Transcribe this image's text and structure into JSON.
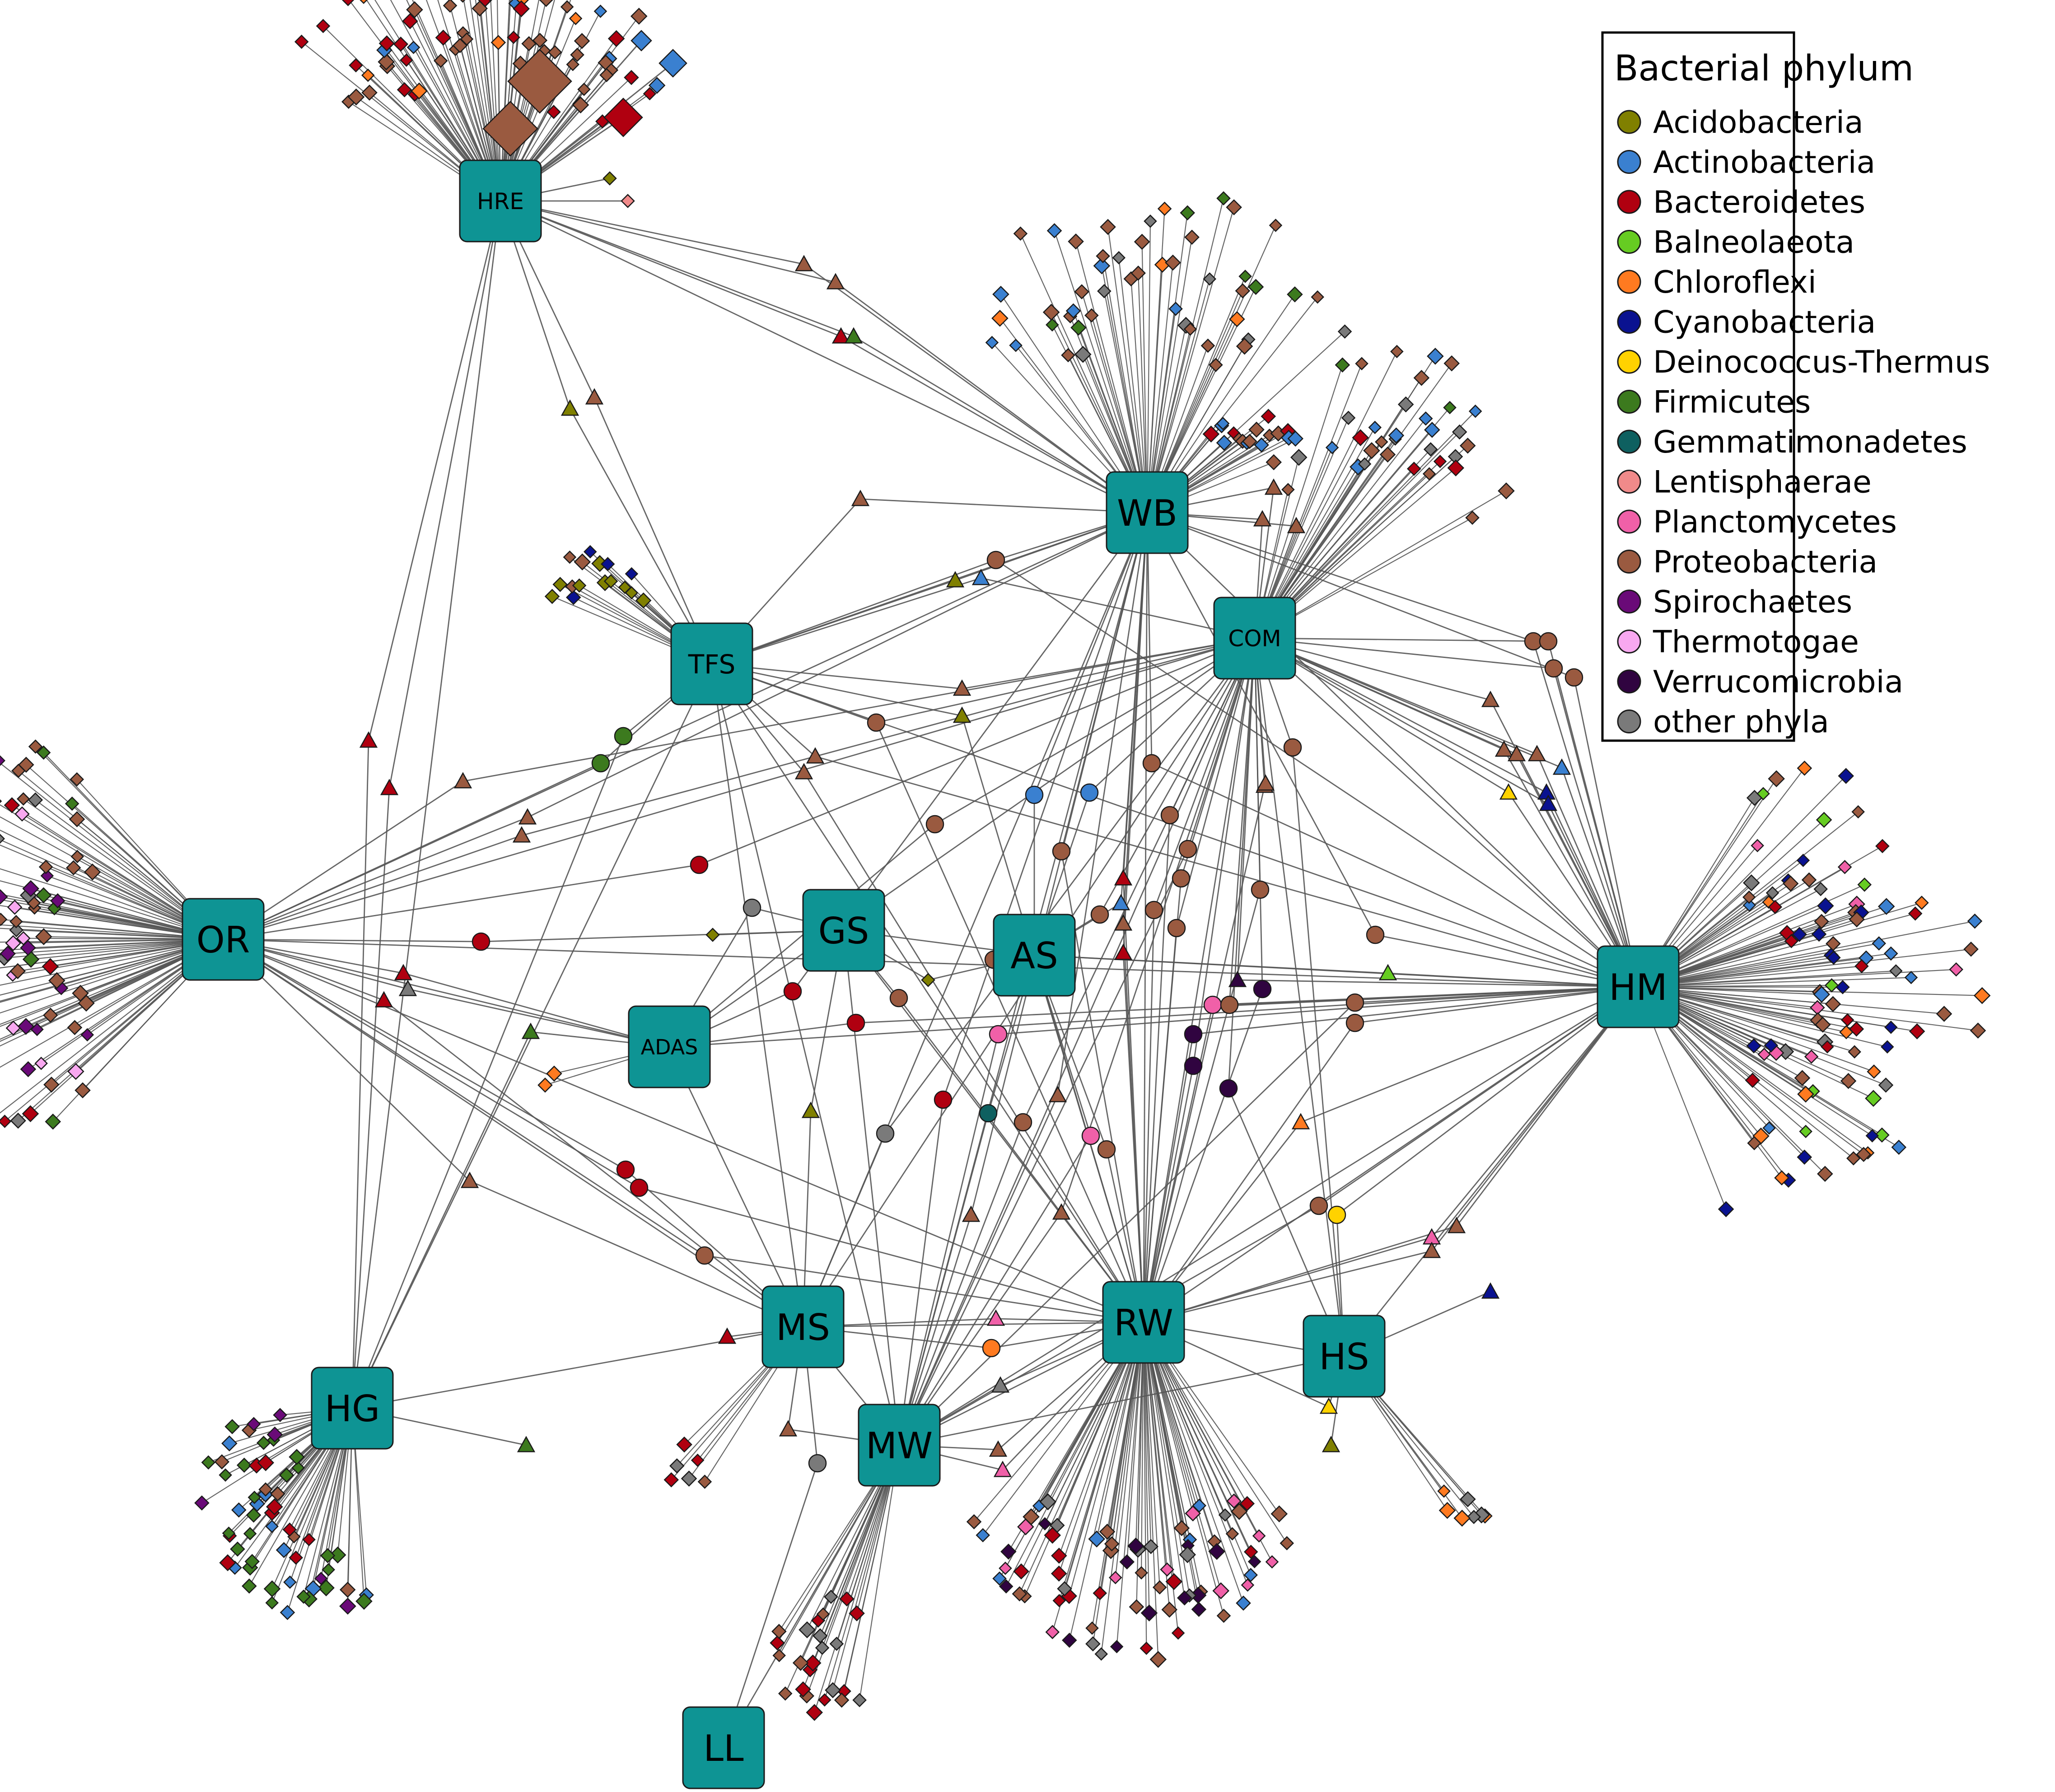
{
  "legend": {
    "title": "Bacterial phylum",
    "items": [
      {
        "label": "Acidobacteria",
        "color": "#808000"
      },
      {
        "label": "Actinobacteria",
        "color": "#3A80D0"
      },
      {
        "label": "Bacteroidetes",
        "color": "#B00010"
      },
      {
        "label": "Balneolaeota",
        "color": "#66CC22"
      },
      {
        "label": "Chloroflexi",
        "color": "#FF7A20"
      },
      {
        "label": "Cyanobacteria",
        "color": "#0A1290"
      },
      {
        "label": "Deinococcus-Thermus",
        "color": "#FFD200"
      },
      {
        "label": "Firmicutes",
        "color": "#3C7A1E"
      },
      {
        "label": "Gemmatimonadetes",
        "color": "#0E6060"
      },
      {
        "label": "Lentisphaerae",
        "color": "#F08A8A"
      },
      {
        "label": "Planctomycetes",
        "color": "#F060A8"
      },
      {
        "label": "Proteobacteria",
        "color": "#9A5A40"
      },
      {
        "label": "Spirochaetes",
        "color": "#6A0A78"
      },
      {
        "label": "Thermotogae",
        "color": "#F8A8F0"
      },
      {
        "label": "Verrucomicrobia",
        "color": "#300440"
      },
      {
        "label": "other phyla",
        "color": "#7A7A7A"
      }
    ]
  },
  "hub_color": "#0E9494",
  "hubs": [
    {
      "id": "HRE",
      "label": "HRE"
    },
    {
      "id": "WB",
      "label": "WB"
    },
    {
      "id": "COM",
      "label": "COM"
    },
    {
      "id": "TFS",
      "label": "TFS"
    },
    {
      "id": "OR",
      "label": "OR"
    },
    {
      "id": "GS",
      "label": "GS"
    },
    {
      "id": "AS",
      "label": "AS"
    },
    {
      "id": "ADAS",
      "label": "ADAS"
    },
    {
      "id": "HM",
      "label": "HM"
    },
    {
      "id": "MS",
      "label": "MS"
    },
    {
      "id": "RW",
      "label": "RW"
    },
    {
      "id": "HS",
      "label": "HS"
    },
    {
      "id": "HG",
      "label": "HG"
    },
    {
      "id": "MW",
      "label": "MW"
    },
    {
      "id": "LL",
      "label": "LL"
    }
  ]
}
